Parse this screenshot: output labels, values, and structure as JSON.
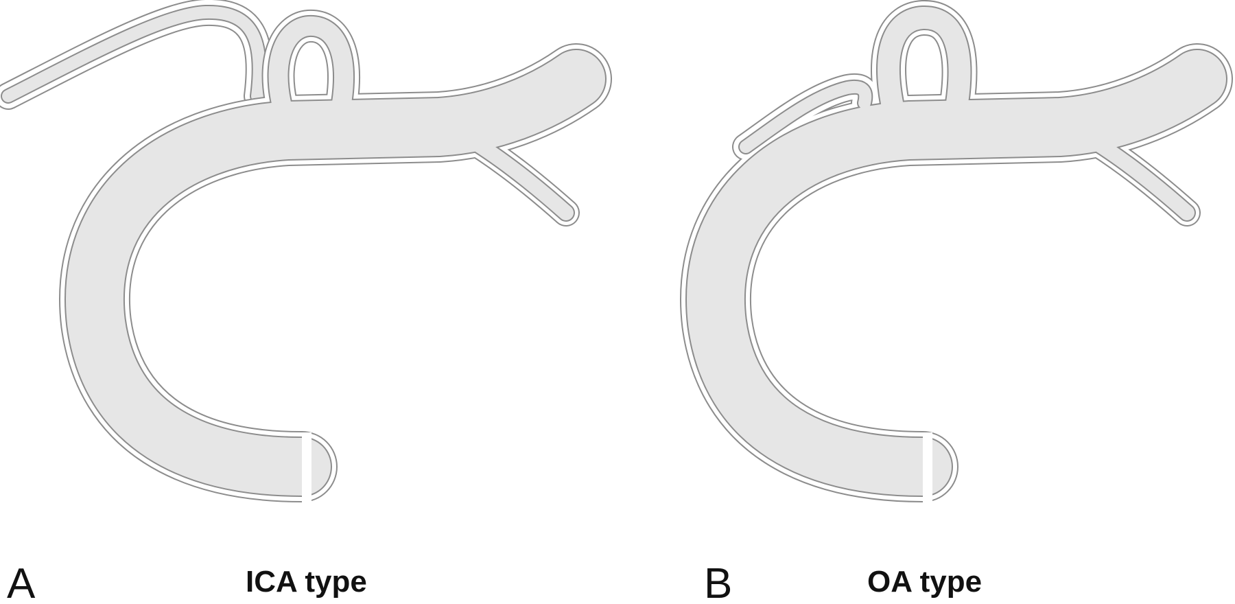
{
  "panels": [
    {
      "letter": "A",
      "caption": "ICA type"
    },
    {
      "letter": "B",
      "caption": "OA type"
    }
  ],
  "colors": {
    "background": "#ffffff",
    "lumen_fill": "#e6e6e6",
    "wall_stroke": "#8c8c8c",
    "label_text": "#111111"
  }
}
